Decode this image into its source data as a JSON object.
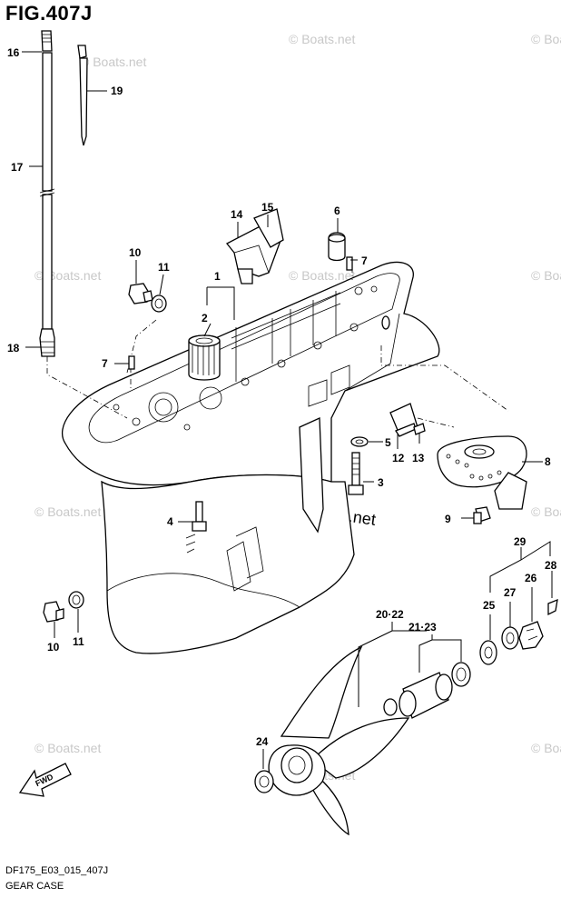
{
  "figure": {
    "title": "FIG.407J",
    "code": "DF175_E03_015_407J",
    "name": "GEAR CASE"
  },
  "watermark": {
    "text": "© Boats.net",
    "center_text": "© Boats.net"
  },
  "fwd_label": "FWD",
  "callouts": [
    "16",
    "19",
    "17",
    "18",
    "10",
    "11",
    "2",
    "1",
    "14",
    "15",
    "6",
    "7",
    "7",
    "5",
    "12",
    "13",
    "8",
    "3",
    "4",
    "9",
    "10",
    "11",
    "20·22",
    "21·23",
    "29",
    "25",
    "27",
    "26",
    "28",
    "24"
  ]
}
